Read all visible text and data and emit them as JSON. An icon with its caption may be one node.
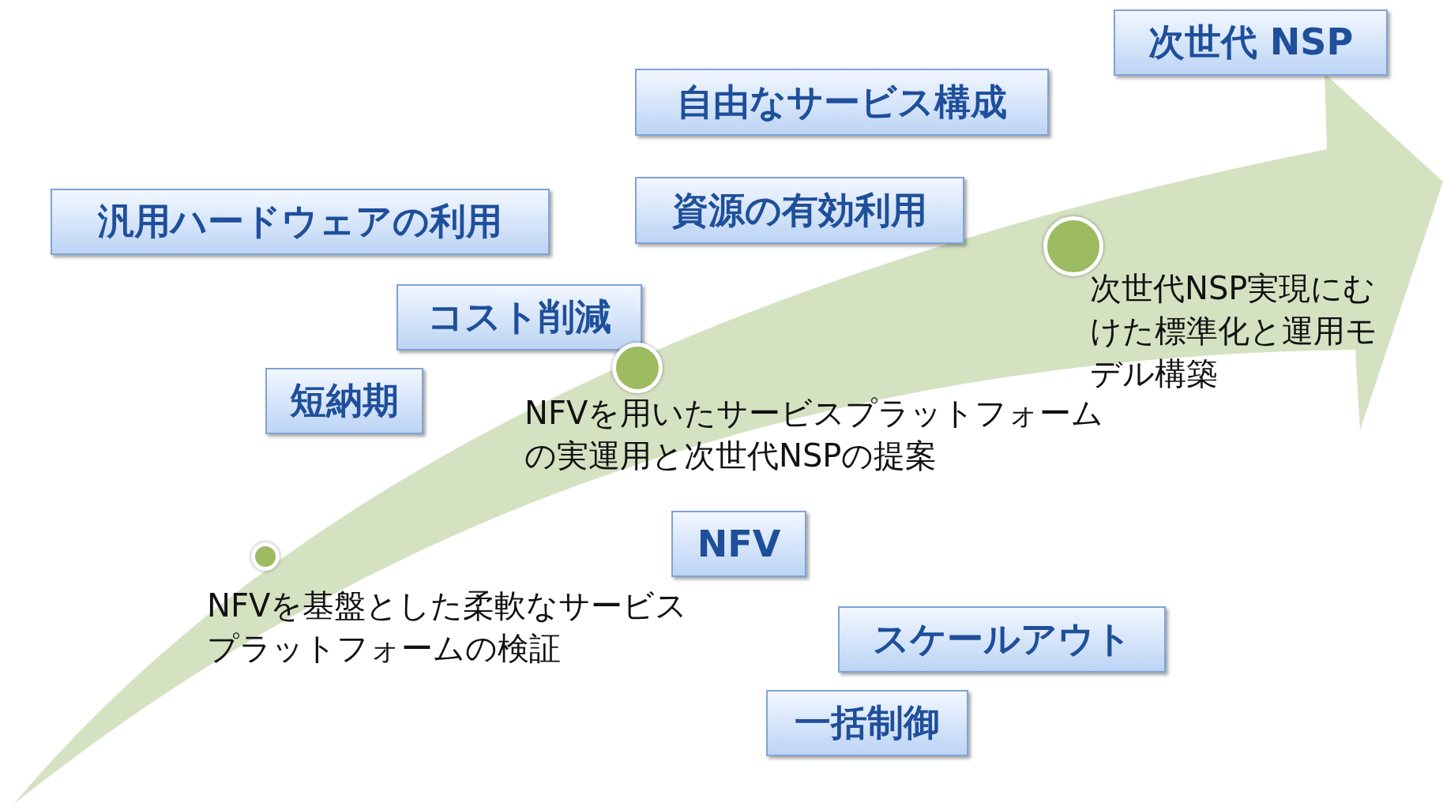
{
  "diagram": {
    "nodes": [
      {
        "text": [
          "次世代 NSP"
        ]
      },
      {
        "text": [
          "自由なサービス構成"
        ]
      },
      {
        "text": [
          "汎用ハードウェアの利用"
        ]
      },
      {
        "text": [
          "資源の有効利用"
        ]
      },
      {
        "text": [
          "コスト削減"
        ]
      },
      {
        "text": [
          "短納期"
        ]
      },
      {
        "text": [
          "NFV"
        ]
      },
      {
        "text": [
          "スケールアウト"
        ]
      },
      {
        "text": [
          "一括制御"
        ]
      },
      {
        "text": [],
        "shape": "circle",
        "beside": [
          "NFVを基盤とした柔軟なサービスプラットフォームの検証"
        ]
      },
      {
        "text": [],
        "shape": "circle",
        "beside": [
          "NFVを用いたサービスプラットフォームの実運用と次世代NSPの提案"
        ]
      },
      {
        "text": [],
        "shape": "circle",
        "beside": [
          "次世代NSP実現にむけた標準化と運用モデル構築"
        ]
      }
    ],
    "edges": []
  }
}
